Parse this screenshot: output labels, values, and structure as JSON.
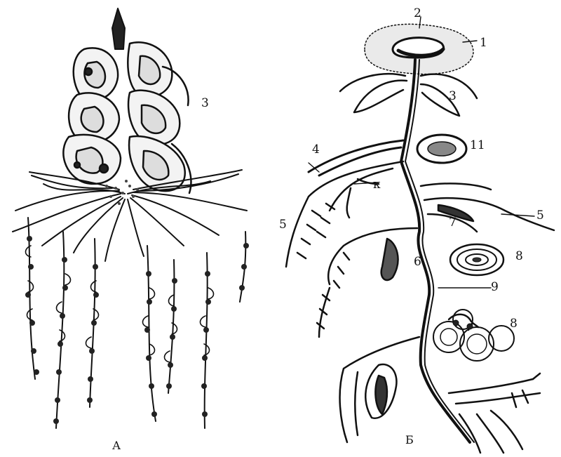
{
  "panel_a": {
    "caption": "А",
    "labels": {
      "three": "3"
    }
  },
  "panel_b": {
    "caption": "Б",
    "labels": {
      "one": "1",
      "two_top": "2",
      "three": "3",
      "four": "4",
      "five_left": "5",
      "five_right": "5",
      "six": "6",
      "seven": "7",
      "eight_a": "8",
      "eight_b": "8",
      "nine": "9",
      "eleven": "11",
      "k": "к"
    }
  }
}
